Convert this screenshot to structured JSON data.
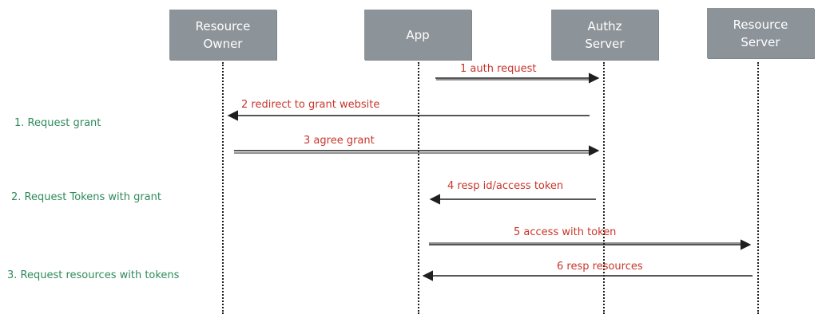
{
  "participants": [
    {
      "id": "resource-owner",
      "lines": [
        "Resource",
        "Owner"
      ]
    },
    {
      "id": "app",
      "lines": [
        "App"
      ]
    },
    {
      "id": "authz-server",
      "lines": [
        "Authz",
        "Server"
      ]
    },
    {
      "id": "resource-server",
      "lines": [
        "Resource",
        "Server"
      ]
    }
  ],
  "messages": [
    {
      "number": "1",
      "text": "auth request",
      "from": "app",
      "to": "authz-server"
    },
    {
      "number": "2",
      "text": "redirect to grant website",
      "from": "authz-server",
      "to": "resource-owner"
    },
    {
      "number": "3",
      "text": "agree grant",
      "from": "resource-owner",
      "to": "authz-server"
    },
    {
      "number": "4",
      "text": "resp id/access token",
      "from": "authz-server",
      "to": "app"
    },
    {
      "number": "5",
      "text": "access with token",
      "from": "app",
      "to": "resource-server"
    },
    {
      "number": "6",
      "text": "resp resources",
      "from": "resource-server",
      "to": "app"
    }
  ],
  "phases": [
    {
      "text": "1. Request grant"
    },
    {
      "text": "2. Request Tokens with grant"
    },
    {
      "text": "3. Request resources with tokens"
    }
  ],
  "colors": {
    "participant_fill": "#8d9499",
    "message_text": "#c8362c",
    "phase_text": "#2f8a5b",
    "line": "#1f1f1f"
  }
}
